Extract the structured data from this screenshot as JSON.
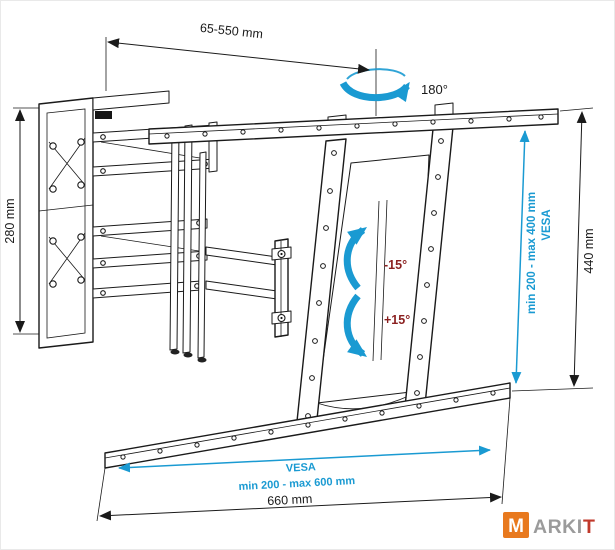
{
  "meta": {
    "title": "Articulating TV wall mount — dimensional diagram"
  },
  "colors": {
    "line": "#1a1a1a",
    "blue": "#1a9ad2",
    "tilt": "#8a1f1f",
    "logo_box": "#e8791e",
    "logo_text": "#9b9b9b",
    "logo_accent": "#c0392b"
  },
  "dimensions": {
    "extension": "65-550 mm",
    "swivel": "180°",
    "plate_height": "280 mm",
    "frame_height": "440 mm",
    "vesa_v_title": "VESA",
    "vesa_v_range": "min 200 - max 400 mm",
    "tilt_minus": "-15°",
    "tilt_plus": "+15°",
    "vesa_h_title": "VESA",
    "vesa_h_range": "min 200 - max 600 mm",
    "width": "660 mm"
  },
  "logo": {
    "letter": "M",
    "name_part1": "ARKI",
    "name_part2": "T"
  }
}
